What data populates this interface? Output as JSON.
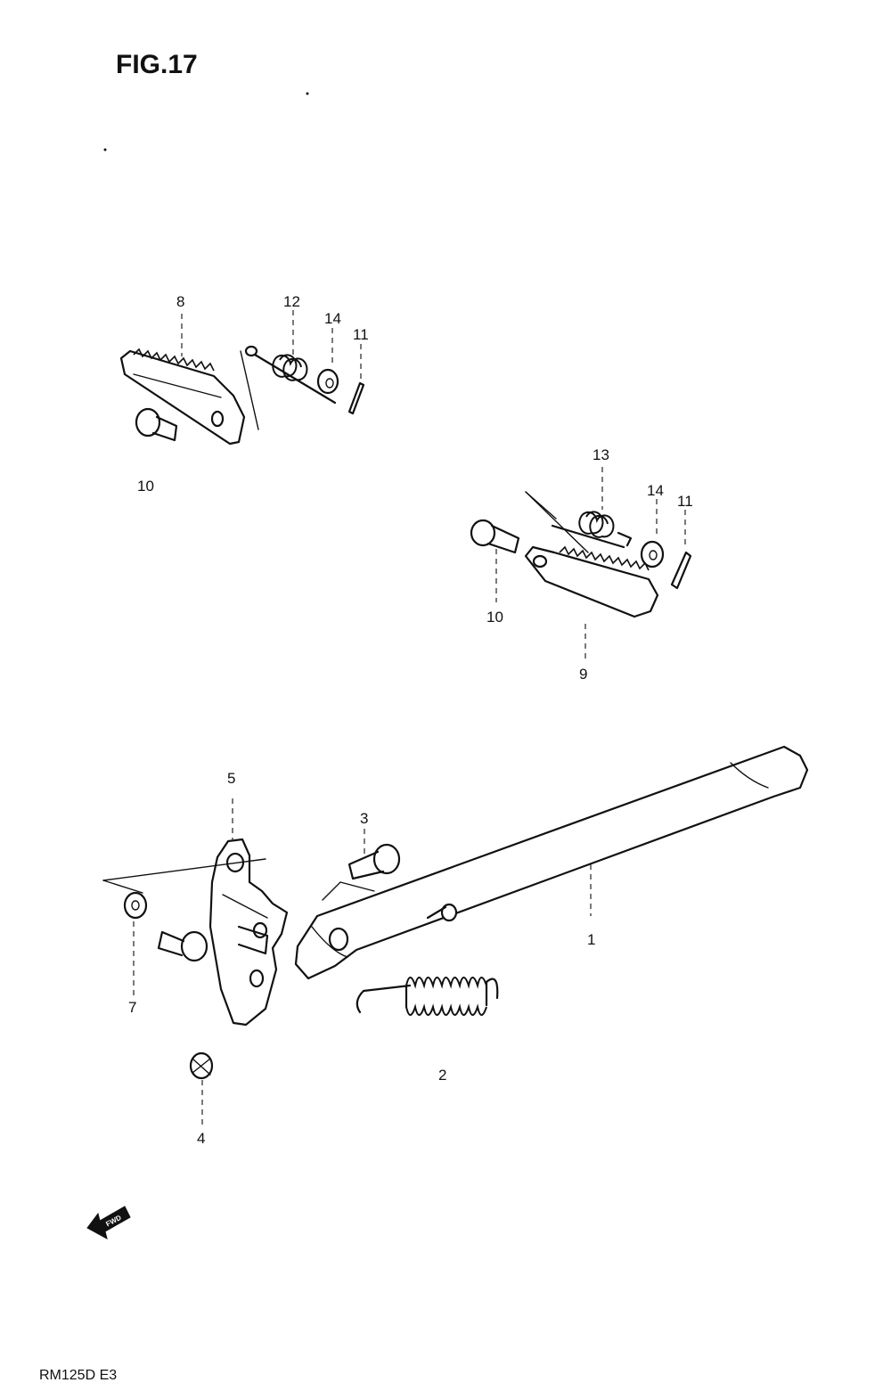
{
  "figure": {
    "title": "FIG.17",
    "model_code": "RM125D E3",
    "fwd_label": "FWD"
  },
  "callouts": {
    "p1": "1",
    "p2": "2",
    "p3": "3",
    "p4": "4",
    "p5": "5",
    "p7": "7",
    "p8": "8",
    "p9": "9",
    "p10a": "10",
    "p10b": "10",
    "p11a": "11",
    "p11b": "11",
    "p12": "12",
    "p13": "13",
    "p14a": "14",
    "p14b": "14"
  }
}
